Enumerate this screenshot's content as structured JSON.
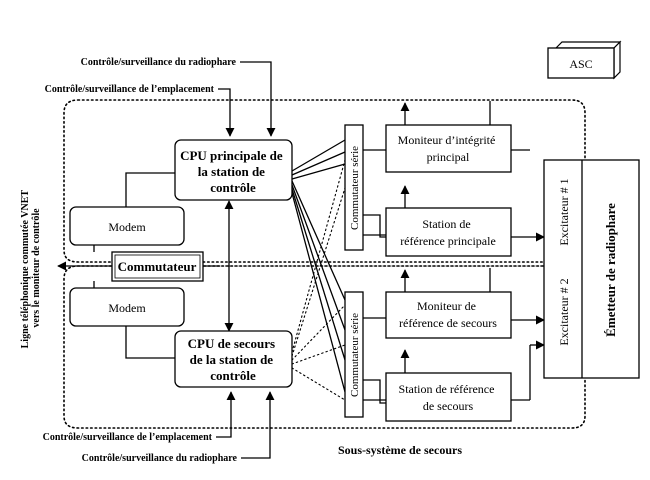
{
  "labels": {
    "radio_top": "Contrôle/surveillance du radiophare",
    "site_top": "Contrôle/surveillance de l’emplacement",
    "site_bottom": "Contrôle/surveillance de l’emplacement",
    "radio_bottom": "Contrôle/surveillance du radiophare",
    "phone_line_1": "Ligne téléphonique commutée VNET",
    "phone_line_2": "vers le moniteur de contrôle",
    "backup_subsystem": "Sous-système de secours"
  },
  "boxes": {
    "asc": "ASC",
    "cpu_main": [
      "CPU principale de",
      "la station de",
      "contrôle"
    ],
    "cpu_backup": [
      "CPU de secours",
      "de la station de",
      "contrôle"
    ],
    "modem_top": "Modem",
    "modem_bottom": "Modem",
    "switch": "Commutateur",
    "serial_switch_top": "Commutateur série",
    "serial_switch_bottom": "Commutateur série",
    "integrity_monitor": [
      "Moniteur d’intégrité",
      "principal"
    ],
    "main_ref_station": [
      "Station de",
      "référence principale"
    ],
    "backup_ref_monitor": [
      "Moniteur de",
      "référence de secours"
    ],
    "backup_ref_station": [
      "Station de référence",
      "de secours"
    ],
    "exciter_1": "Excitateur # 1",
    "exciter_2": "Excitateur # 2",
    "radio_transmitter": "Émetteur de radiophare"
  }
}
